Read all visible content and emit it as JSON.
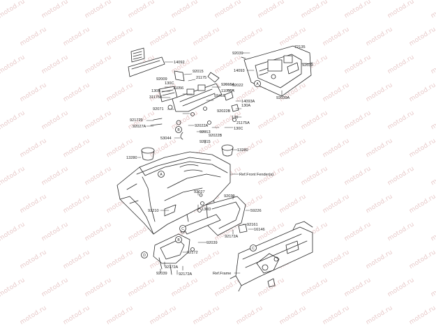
{
  "watermark": "motod.ru",
  "colors": {
    "background": "#ffffff",
    "line": "#2a2a2a",
    "watermark": "#e7c9c9"
  },
  "labels": {
    "p14092": "14092",
    "p92015a": "92015",
    "p21175": "21175",
    "p92009": "92009",
    "p130c_a": "130C",
    "p11056": "11056",
    "p92015a2": "92015A",
    "p130b": "130B",
    "p311750": "311750",
    "p59416": "59416",
    "p92071": "92071",
    "p92022b_a": "92022B",
    "p92172b": "921729",
    "p92027a": "92027A",
    "p92022a": "92022A",
    "p92013": "92013",
    "p92022b_b": "92022B",
    "p130c_b": "130C",
    "p53044": "53044",
    "p92039_top": "92039",
    "p14093": "14093",
    "p92039_r": "92039",
    "p92039a": "92039A",
    "p14093a": "14093A",
    "p130a": "130A",
    "p130": "130",
    "p21175a": "21175A",
    "p11056a": "11056A",
    "p92022": "92022",
    "p72135": "72135",
    "p13280_r": "13280",
    "p92015_b": "92015",
    "p13280_l": "13280",
    "ref_front_fender": "Ref.Front Fender(s)",
    "p92027": "92027",
    "p92039_m": "92039",
    "p130d": "130D",
    "p59226": "59226",
    "p92210": "92210",
    "p92161": "92161",
    "p16146": "16146",
    "p92172a_r": "92172A",
    "p92039_lo": "92039",
    "p92172": "92172",
    "p92172a_lo": "92172A",
    "p92039_bl": "92039",
    "p92172a_b": "92172A",
    "ref_frame": "Ref.Frame",
    "callout_a": "A",
    "callout_b": "B",
    "callout_c": "C",
    "callout_d": "D"
  }
}
